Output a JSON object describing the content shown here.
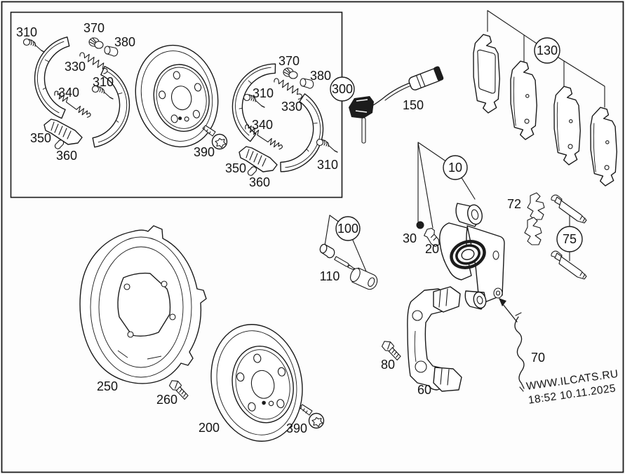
{
  "page": {
    "background": "#fdfdfd",
    "line_color": "#1a1a1a"
  },
  "watermark": {
    "site": "WWW.ILCATS.RU",
    "timestamp": "18:52 10.11.2025",
    "color": "#909090"
  },
  "box": {
    "kit_a": {
      "pin_upper": "310",
      "adjuster": "370",
      "bushing": "380",
      "spring_upper": "330",
      "pin_mid": "310",
      "spring_lower": "340",
      "expander": "350",
      "clip": "360"
    },
    "kit_b": {
      "adjuster": "370",
      "bushing": "380",
      "pin_upper": "310",
      "spring_upper": "330",
      "spring_lower": "340",
      "expander": "350",
      "clip": "360",
      "pin_lower": "310"
    },
    "screw": "390",
    "callout": "300"
  },
  "main": {
    "sensor": "150",
    "pads_callout": "130",
    "caliper_callout": "10",
    "cap": "30",
    "bleed": "20",
    "retainer": "72",
    "pins_callout": "75",
    "bush_callout": "100",
    "guide_pin": "110",
    "bolt": "80",
    "carrier": "60",
    "clip": "70",
    "shield": "250",
    "shield_bolt": "260",
    "disc": "200",
    "screw": "390"
  }
}
